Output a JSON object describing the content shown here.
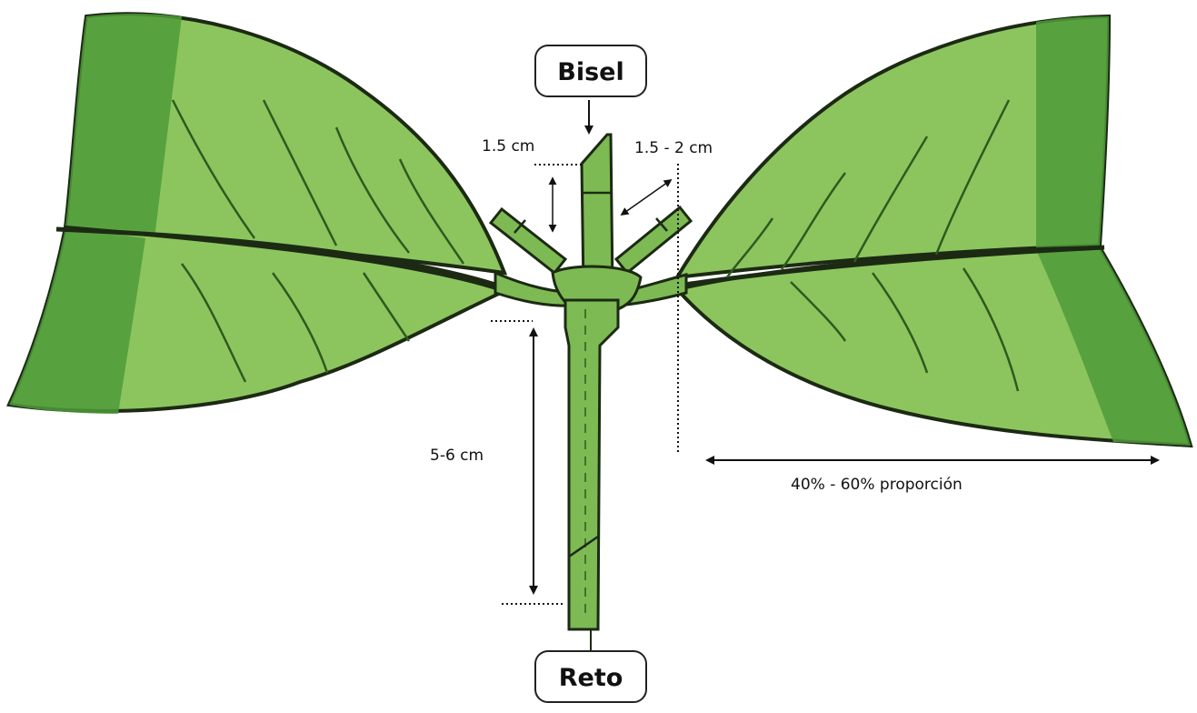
{
  "labels": {
    "top_cut": "Bisel",
    "bottom_cut": "Reto",
    "bevel_length": "1.5 cm",
    "branch_length": "1.5 - 2 cm",
    "stem_length": "5-6 cm",
    "leaf_proportion": "40% - 60% proporción"
  },
  "colors": {
    "leaf_dark": "#4f9a3a",
    "leaf_light": "#8cc55e",
    "stem": "#7dba53",
    "outline": "#1c2a14",
    "vein": "#2f5a1f"
  }
}
